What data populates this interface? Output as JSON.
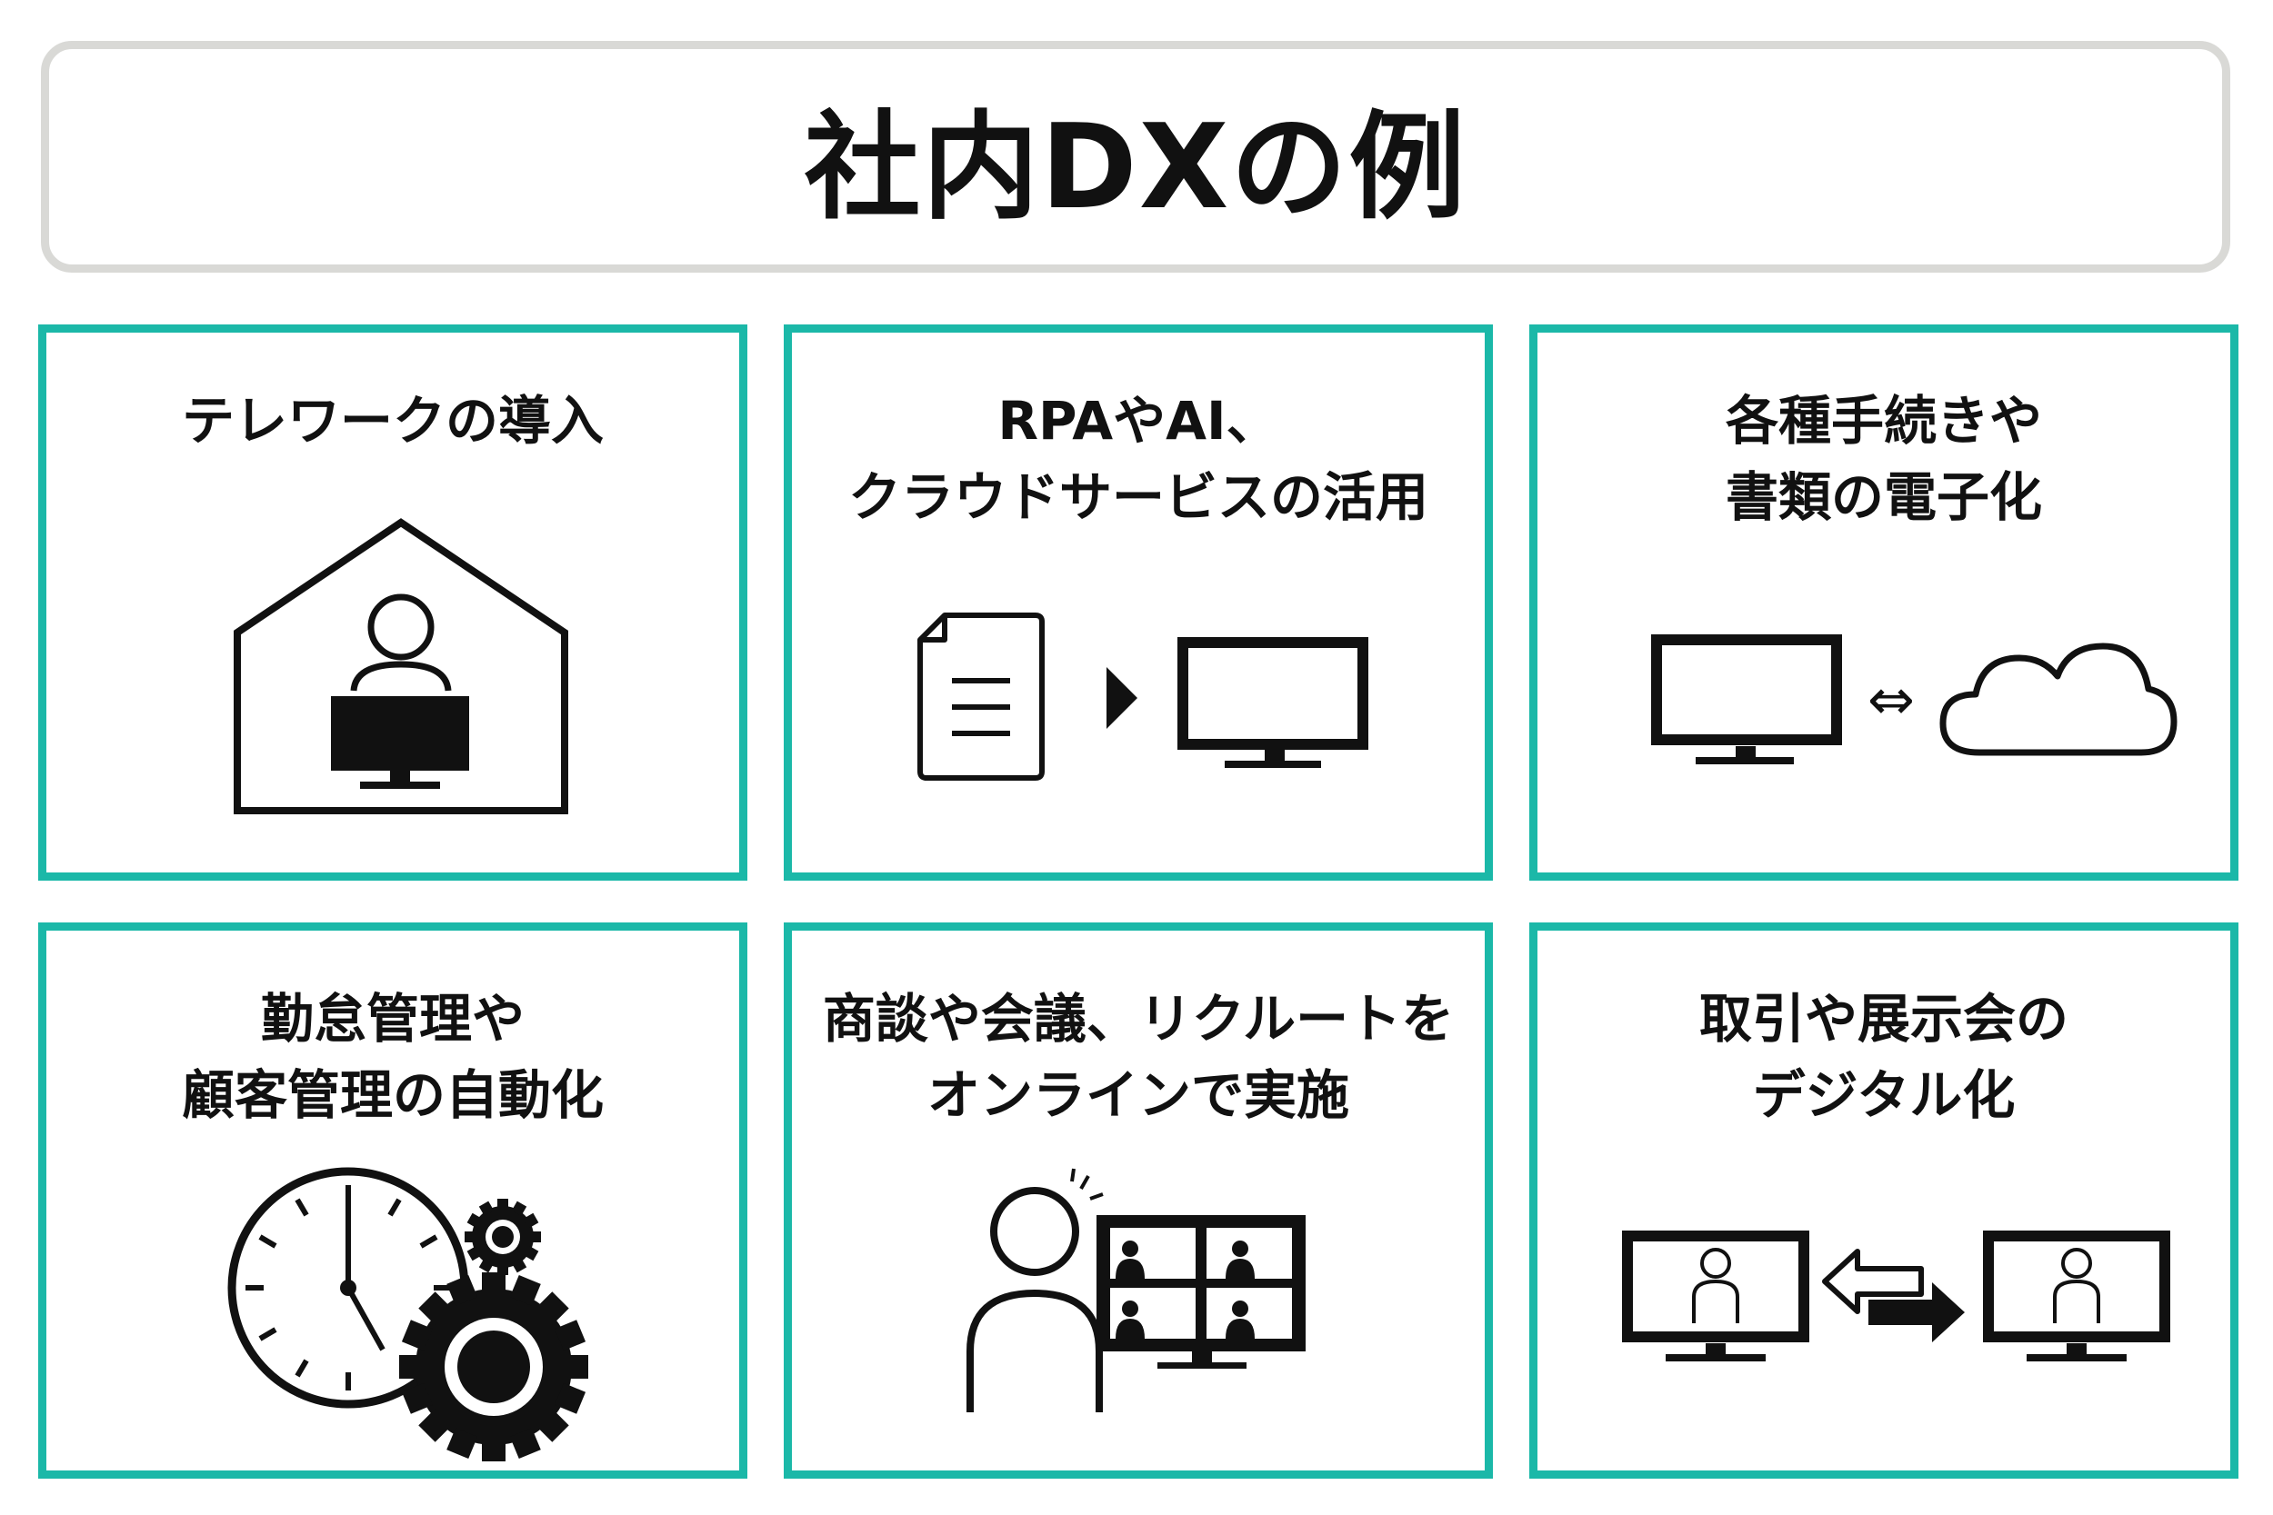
{
  "title": "社内DXの例",
  "colors": {
    "accent": "#1bb8a8",
    "title_border": "#d9d9d6",
    "ink": "#111111"
  },
  "cards": [
    {
      "lines": [
        "テレワークの導入"
      ],
      "icon": "house-with-person-at-computer-icon"
    },
    {
      "lines": [
        "RPAやAI、",
        "クラウドサービスの活用"
      ],
      "icon": "document-to-monitor-icon"
    },
    {
      "lines": [
        "各種手続きや",
        "書類の電子化"
      ],
      "icon": "monitor-cloud-sync-icon"
    },
    {
      "lines": [
        "勤怠管理や",
        "顧客管理の自動化"
      ],
      "icon": "clock-and-gears-icon"
    },
    {
      "lines": [
        "商談や会議、リクルートを",
        "オンラインで実施"
      ],
      "icon": "online-meeting-icon"
    },
    {
      "lines": [
        "取引や展示会の",
        "デジタル化"
      ],
      "icon": "monitor-exchange-icon"
    }
  ],
  "arrow_symbol": "⇔"
}
